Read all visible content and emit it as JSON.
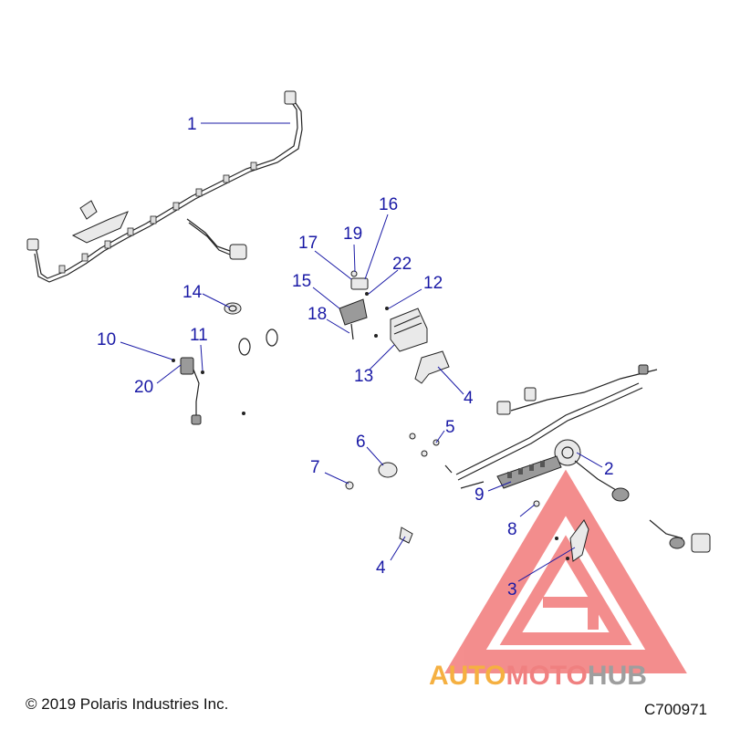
{
  "callouts": [
    {
      "num": "1"
    },
    {
      "num": "2"
    },
    {
      "num": "3"
    },
    {
      "num": "4"
    },
    {
      "num": "4"
    },
    {
      "num": "5"
    },
    {
      "num": "6"
    },
    {
      "num": "7"
    },
    {
      "num": "8"
    },
    {
      "num": "9"
    },
    {
      "num": "10"
    },
    {
      "num": "11"
    },
    {
      "num": "12"
    },
    {
      "num": "13"
    },
    {
      "num": "14"
    },
    {
      "num": "15"
    },
    {
      "num": "16"
    },
    {
      "num": "17"
    },
    {
      "num": "18"
    },
    {
      "num": "19"
    },
    {
      "num": "20"
    },
    {
      "num": "22"
    }
  ],
  "watermark": {
    "part1": "AUTO",
    "part2": "MOTO",
    "part3": "HUB",
    "color1": "#f5b041",
    "color2": "#f08080",
    "color3": "#9e9e9e",
    "triangle_color": "#f27a7a"
  },
  "footer": {
    "copyright": "© 2019 Polaris Industries Inc.",
    "figure_code": "C700971"
  },
  "colors": {
    "callout": "#1a1aa6",
    "line_art": "#222222"
  }
}
